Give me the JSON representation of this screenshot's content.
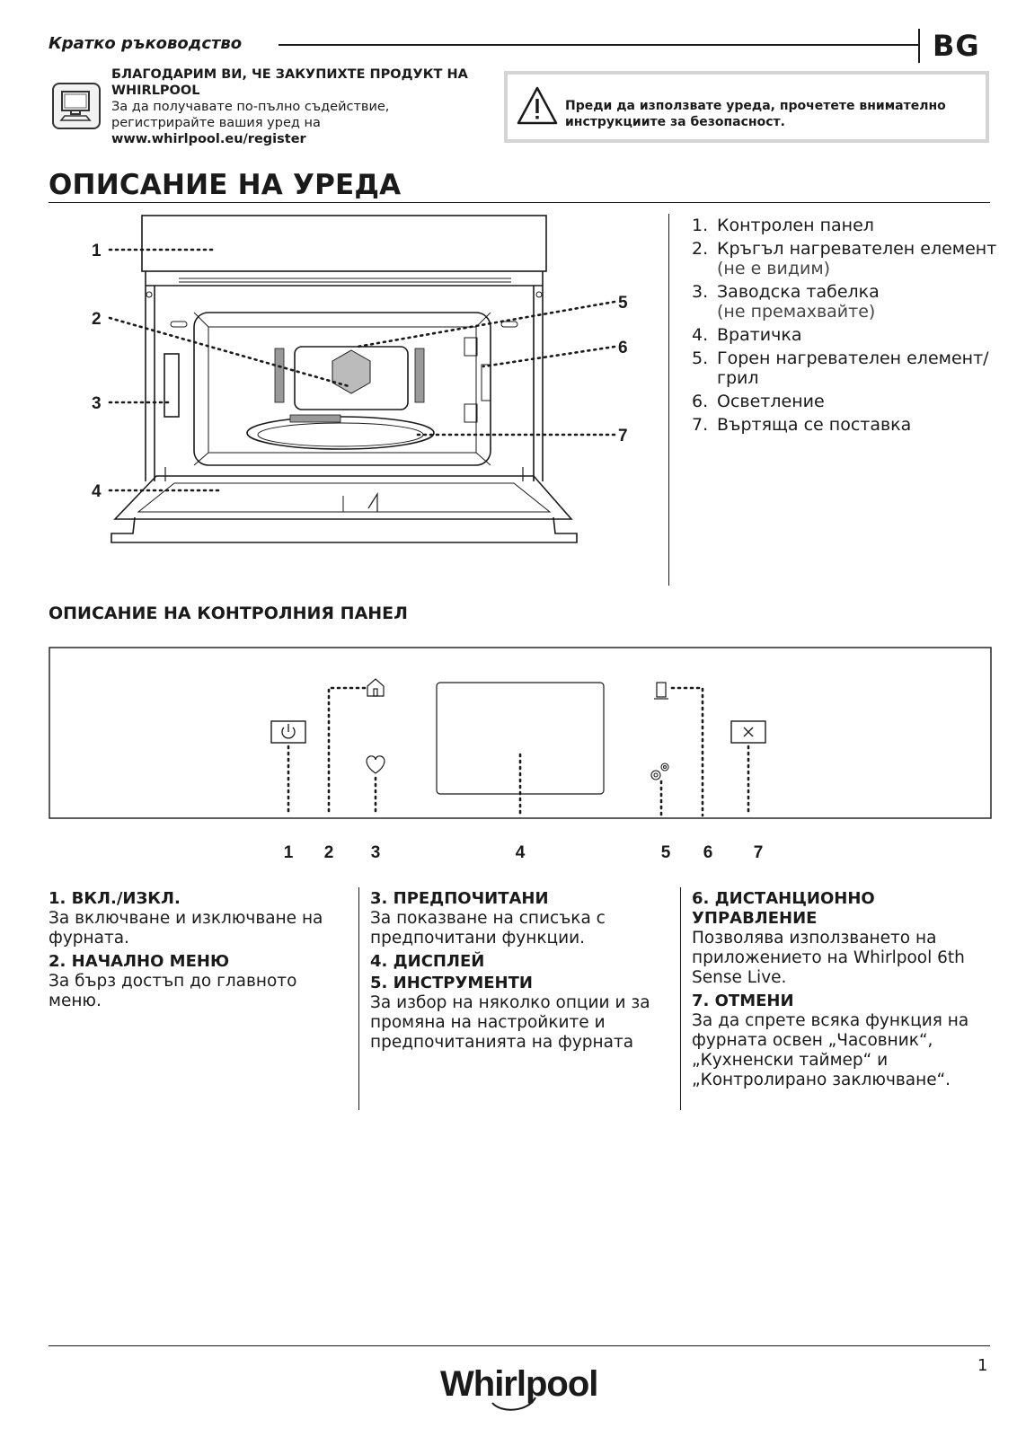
{
  "header": {
    "doc_title": "Кратко ръководство",
    "language": "BG"
  },
  "registration": {
    "line1": "БЛАГОДАРИМ ВИ, ЧЕ ЗАКУПИХТЕ ПРОДУКТ НА",
    "line2": "WHIRLPOOL",
    "line3": "За да получавате по-пълно съдействие,",
    "line4": "регистрирайте вашия уред на",
    "url": "www.whirlpool.eu/register"
  },
  "warning": {
    "line1": "Преди да използвате уреда, прочетете внимателно",
    "line2": "инструкциите за безопасност."
  },
  "appliance": {
    "title": "ОПИСАНИЕ НА УРЕДА",
    "callouts": [
      "1",
      "2",
      "3",
      "4",
      "5",
      "6",
      "7"
    ],
    "parts": [
      {
        "num": "1.",
        "label": "Контролен панел",
        "note": ""
      },
      {
        "num": "2.",
        "label": "Кръгъл нагревателен елемент",
        "note": "(не е видим)"
      },
      {
        "num": "3.",
        "label": "Заводска табелка",
        "note": "(не премахвайте)"
      },
      {
        "num": "4.",
        "label": "Вратичка",
        "note": ""
      },
      {
        "num": "5.",
        "label": "Горен нагревателен елемент/ грил",
        "note": ""
      },
      {
        "num": "6.",
        "label": "Осветление",
        "note": ""
      },
      {
        "num": "7.",
        "label": "Въртяща се поставка",
        "note": ""
      }
    ]
  },
  "control_panel": {
    "title": "ОПИСАНИЕ НА КОНТРОЛНИЯ ПАНЕЛ",
    "callouts": [
      "1",
      "2",
      "3",
      "4",
      "5",
      "6",
      "7"
    ],
    "icons": [
      "power-icon",
      "home-icon",
      "heart-icon",
      "display",
      "tools-icon",
      "remote-icon",
      "cancel-icon"
    ]
  },
  "descriptions": {
    "col1": [
      {
        "heading": "1. ВКЛ./ИЗКЛ.",
        "text": "За включване и изключване на фурната."
      },
      {
        "heading": "2. НАЧАЛНО МЕНЮ",
        "text": "За бърз достъп до главното меню."
      }
    ],
    "col2": [
      {
        "heading": "3. ПРЕДПОЧИТАНИ",
        "text": "За показване на списъка с предпочитани функции."
      },
      {
        "heading": "4. ДИСПЛЕЙ",
        "text": ""
      },
      {
        "heading": "5. ИНСТРУМЕНТИ",
        "text": "За избор на няколко опции и за промяна на настройките и предпочитанията на фурната"
      }
    ],
    "col3": [
      {
        "heading": "6. ДИСТАНЦИОННО УПРАВЛЕНИЕ",
        "text": "Позволява използването на приложението на Whirlpool 6th Sense Live."
      },
      {
        "heading": "7. ОТМЕНИ",
        "text": "За да спрете всяка функция на фурната освен „Часовник“, „Кухненски таймер“ и „Контролирано заключване“."
      }
    ]
  },
  "footer": {
    "brand": "Whirlpool",
    "page_number": "1"
  }
}
